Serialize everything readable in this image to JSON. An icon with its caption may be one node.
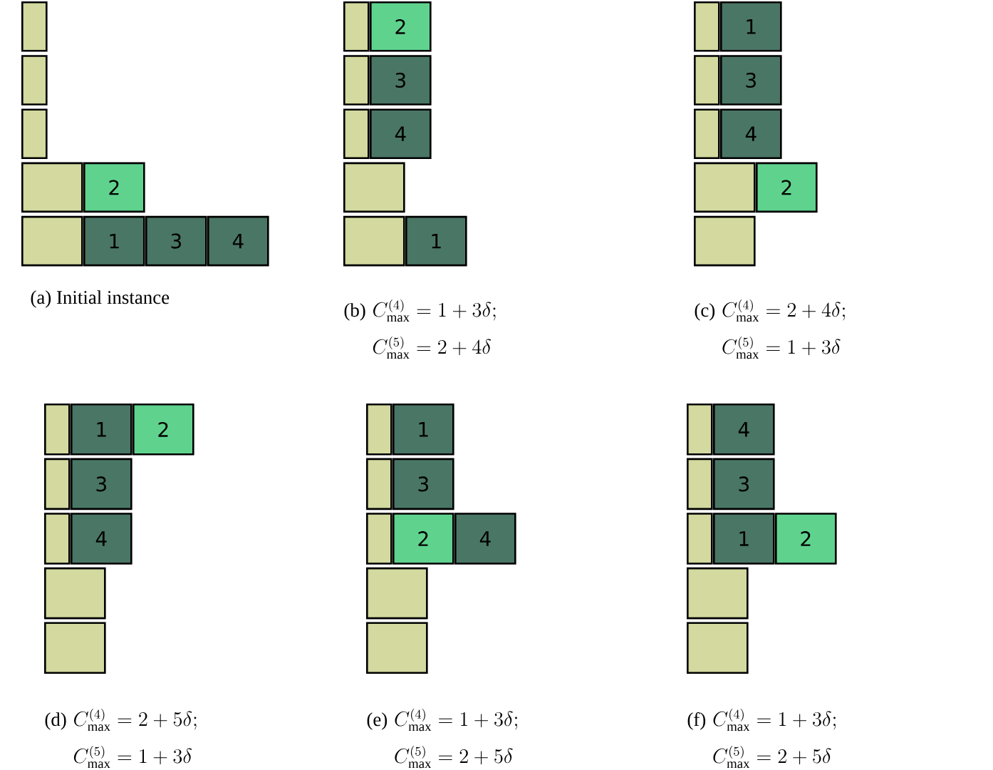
{
  "diagram": {
    "nodes": [
      {
        "text": [],
        "shape": "box"
      },
      {
        "text": [],
        "shape": "box"
      },
      {
        "text": [],
        "shape": "box"
      },
      {
        "text": [],
        "shape": "box"
      },
      {
        "text": [
          "2"
        ]
      },
      {
        "text": [],
        "shape": "box"
      },
      {
        "text": [
          "1"
        ]
      },
      {
        "text": [
          "3"
        ]
      },
      {
        "text": [
          "4"
        ]
      },
      {
        "text": [],
        "shape": "box"
      },
      {
        "text": [
          "2"
        ]
      },
      {
        "text": [],
        "shape": "box"
      },
      {
        "text": [
          "3"
        ]
      },
      {
        "text": [],
        "shape": "box"
      },
      {
        "text": [
          "4"
        ]
      },
      {
        "text": [],
        "shape": "box"
      },
      {
        "text": [],
        "shape": "box"
      },
      {
        "text": [
          "1"
        ]
      },
      {
        "text": [],
        "shape": "box"
      },
      {
        "text": [
          "1"
        ]
      },
      {
        "text": [],
        "shape": "box"
      },
      {
        "text": [
          "3"
        ]
      },
      {
        "text": [],
        "shape": "box"
      },
      {
        "text": [
          "4"
        ]
      },
      {
        "text": [],
        "shape": "box"
      },
      {
        "text": [
          "2"
        ]
      },
      {
        "text": [],
        "shape": "box"
      },
      {
        "text": [],
        "shape": "box"
      },
      {
        "text": [
          "1"
        ]
      },
      {
        "text": [
          "2"
        ]
      },
      {
        "text": [],
        "shape": "box"
      },
      {
        "text": [
          "3"
        ]
      },
      {
        "text": [],
        "shape": "box"
      },
      {
        "text": [
          "4"
        ]
      },
      {
        "text": [],
        "shape": "box"
      },
      {
        "text": [],
        "shape": "box"
      },
      {
        "text": [],
        "shape": "box"
      },
      {
        "text": [
          "1"
        ]
      },
      {
        "text": [],
        "shape": "box"
      },
      {
        "text": [
          "3"
        ]
      },
      {
        "text": [],
        "shape": "box"
      },
      {
        "text": [
          "2"
        ]
      },
      {
        "text": [
          "4"
        ]
      },
      {
        "text": [],
        "shape": "box"
      },
      {
        "text": [],
        "shape": "box"
      },
      {
        "text": [],
        "shape": "box"
      },
      {
        "text": [
          "4"
        ]
      },
      {
        "text": [],
        "shape": "box"
      },
      {
        "text": [
          "3"
        ]
      },
      {
        "text": [],
        "shape": "box"
      },
      {
        "text": [
          "1"
        ]
      },
      {
        "text": [
          "2"
        ]
      },
      {
        "text": [],
        "shape": "box"
      },
      {
        "text": [],
        "shape": "box"
      }
    ],
    "labels": [
      "(a) Initial instance",
      "(b)",
      "C_{\\max}^{(4)} = 1 + 3\\delta;",
      "C_{\\max}^{(5)} = 2 + 4\\delta",
      "(c)",
      "C_{\\max}^{(4)} = 2 + 4\\delta;",
      "C_{\\max}^{(5)} = 1 + 3\\delta",
      "(d)",
      "C_{\\max}^{(4)} = 2 + 5\\delta;",
      "C_{\\max}^{(5)} = 1 + 3\\delta",
      "(e)",
      "C_{\\max}^{(4)} = 1 + 3\\delta;",
      "C_{\\max}^{(5)} = 2 + 5\\delta",
      "(f)",
      "C_{\\max}^{(4)} = 1 + 3\\delta;",
      "C_{\\max}^{(5)} = 2 + 5\\delta"
    ]
  }
}
